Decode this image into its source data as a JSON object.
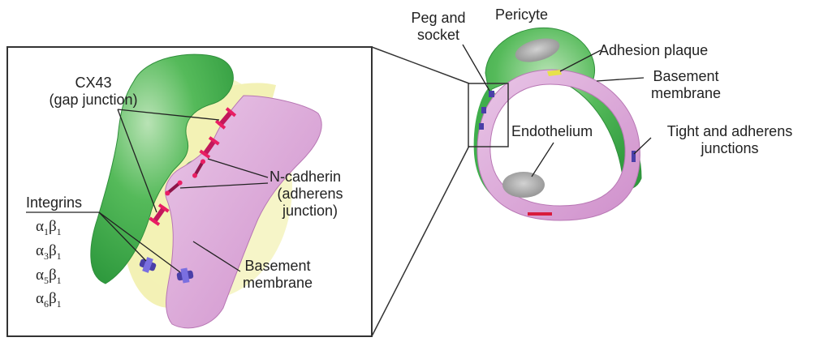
{
  "inset": {
    "cx43": [
      "CX43",
      "(gap junction)"
    ],
    "integrins_title": "Integrins",
    "integrins": [
      {
        "a": "α",
        "as": "1",
        "b": "β",
        "bs": "1"
      },
      {
        "a": "α",
        "as": "3",
        "b": "β",
        "bs": "1"
      },
      {
        "a": "α",
        "as": "5",
        "b": "β",
        "bs": "1"
      },
      {
        "a": "α",
        "as": "6",
        "b": "β",
        "bs": "1"
      }
    ],
    "ncadherin": [
      "N-cadherin",
      "(adherens",
      "junction)"
    ],
    "basement": [
      "Basement",
      "membrane"
    ]
  },
  "vessel": {
    "peg": [
      "Peg and",
      "socket"
    ],
    "pericyte": "Pericyte",
    "adhesion": "Adhesion plaque",
    "basement": [
      "Basement",
      "membrane"
    ],
    "endothelium": "Endothelium",
    "tight": [
      "Tight and adherens",
      "junctions"
    ]
  },
  "colors": {
    "pericyte_green": "#3fae4c",
    "endothelium_pink": "#d9a3d6",
    "basement_yellow": "#f3f1b5",
    "junction_red": "#c2185b",
    "integrin_blue": "#4a3fa8"
  }
}
